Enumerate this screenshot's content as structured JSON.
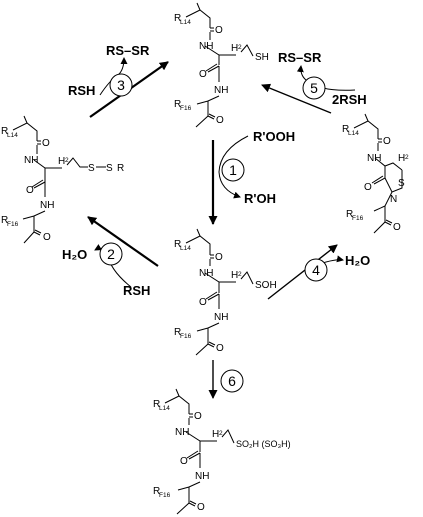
{
  "structures": {
    "thiol": {
      "r_top": "R",
      "r_top_sub": "L14",
      "o1": "O",
      "nh1": "NH",
      "h2": "H",
      "h2_sub": "2",
      "group": "SH",
      "o2": "O",
      "nh2": "NH",
      "r_bot": "R",
      "r_bot_sub": "F16",
      "o3": "O"
    },
    "disulfide": {
      "r_top": "R",
      "r_top_sub": "L14",
      "o1": "O",
      "nh1": "NH",
      "h2": "H",
      "h2_sub": "2",
      "group": "S",
      "group2": "S",
      "r": "R",
      "o2": "O",
      "nh2": "NH",
      "r_bot": "R",
      "r_bot_sub": "F16",
      "o3": "O"
    },
    "sulfenic": {
      "r_top": "R",
      "r_top_sub": "L14",
      "o1": "O",
      "nh1": "NH",
      "h2": "H",
      "h2_sub": "2",
      "group": "SOH",
      "o2": "O",
      "nh2": "NH",
      "r_bot": "R",
      "r_bot_sub": "F16",
      "o3": "O"
    },
    "sulfenamide": {
      "r_top": "R",
      "r_top_sub": "L14",
      "o1": "O",
      "nh1": "NH",
      "h2": "H",
      "h2_sub": "2",
      "s": "S",
      "n": "N",
      "o2": "O",
      "r_bot": "R",
      "r_bot_sub": "F16",
      "o3": "O"
    },
    "sulfinic": {
      "r_top": "R",
      "r_top_sub": "L14",
      "o1": "O",
      "nh1": "NH",
      "h2": "H",
      "h2_sub": "2",
      "group": "SO₂H (SO₃H)",
      "o2": "O",
      "nh2": "NH",
      "r_bot": "R",
      "r_bot_sub": "F16",
      "o3": "O"
    }
  },
  "reactions": {
    "r1": {
      "number": "1",
      "in": "R'OOH",
      "out": "R'OH"
    },
    "r2": {
      "number": "2",
      "in": "RSH",
      "out": "H₂O"
    },
    "r3": {
      "number": "3",
      "in": "RSH",
      "out": "RS–SR"
    },
    "r4": {
      "number": "4",
      "out": "H₂O"
    },
    "r5": {
      "number": "5",
      "in": "2RSH",
      "out": "RS–SR"
    },
    "r6": {
      "number": "6"
    }
  }
}
